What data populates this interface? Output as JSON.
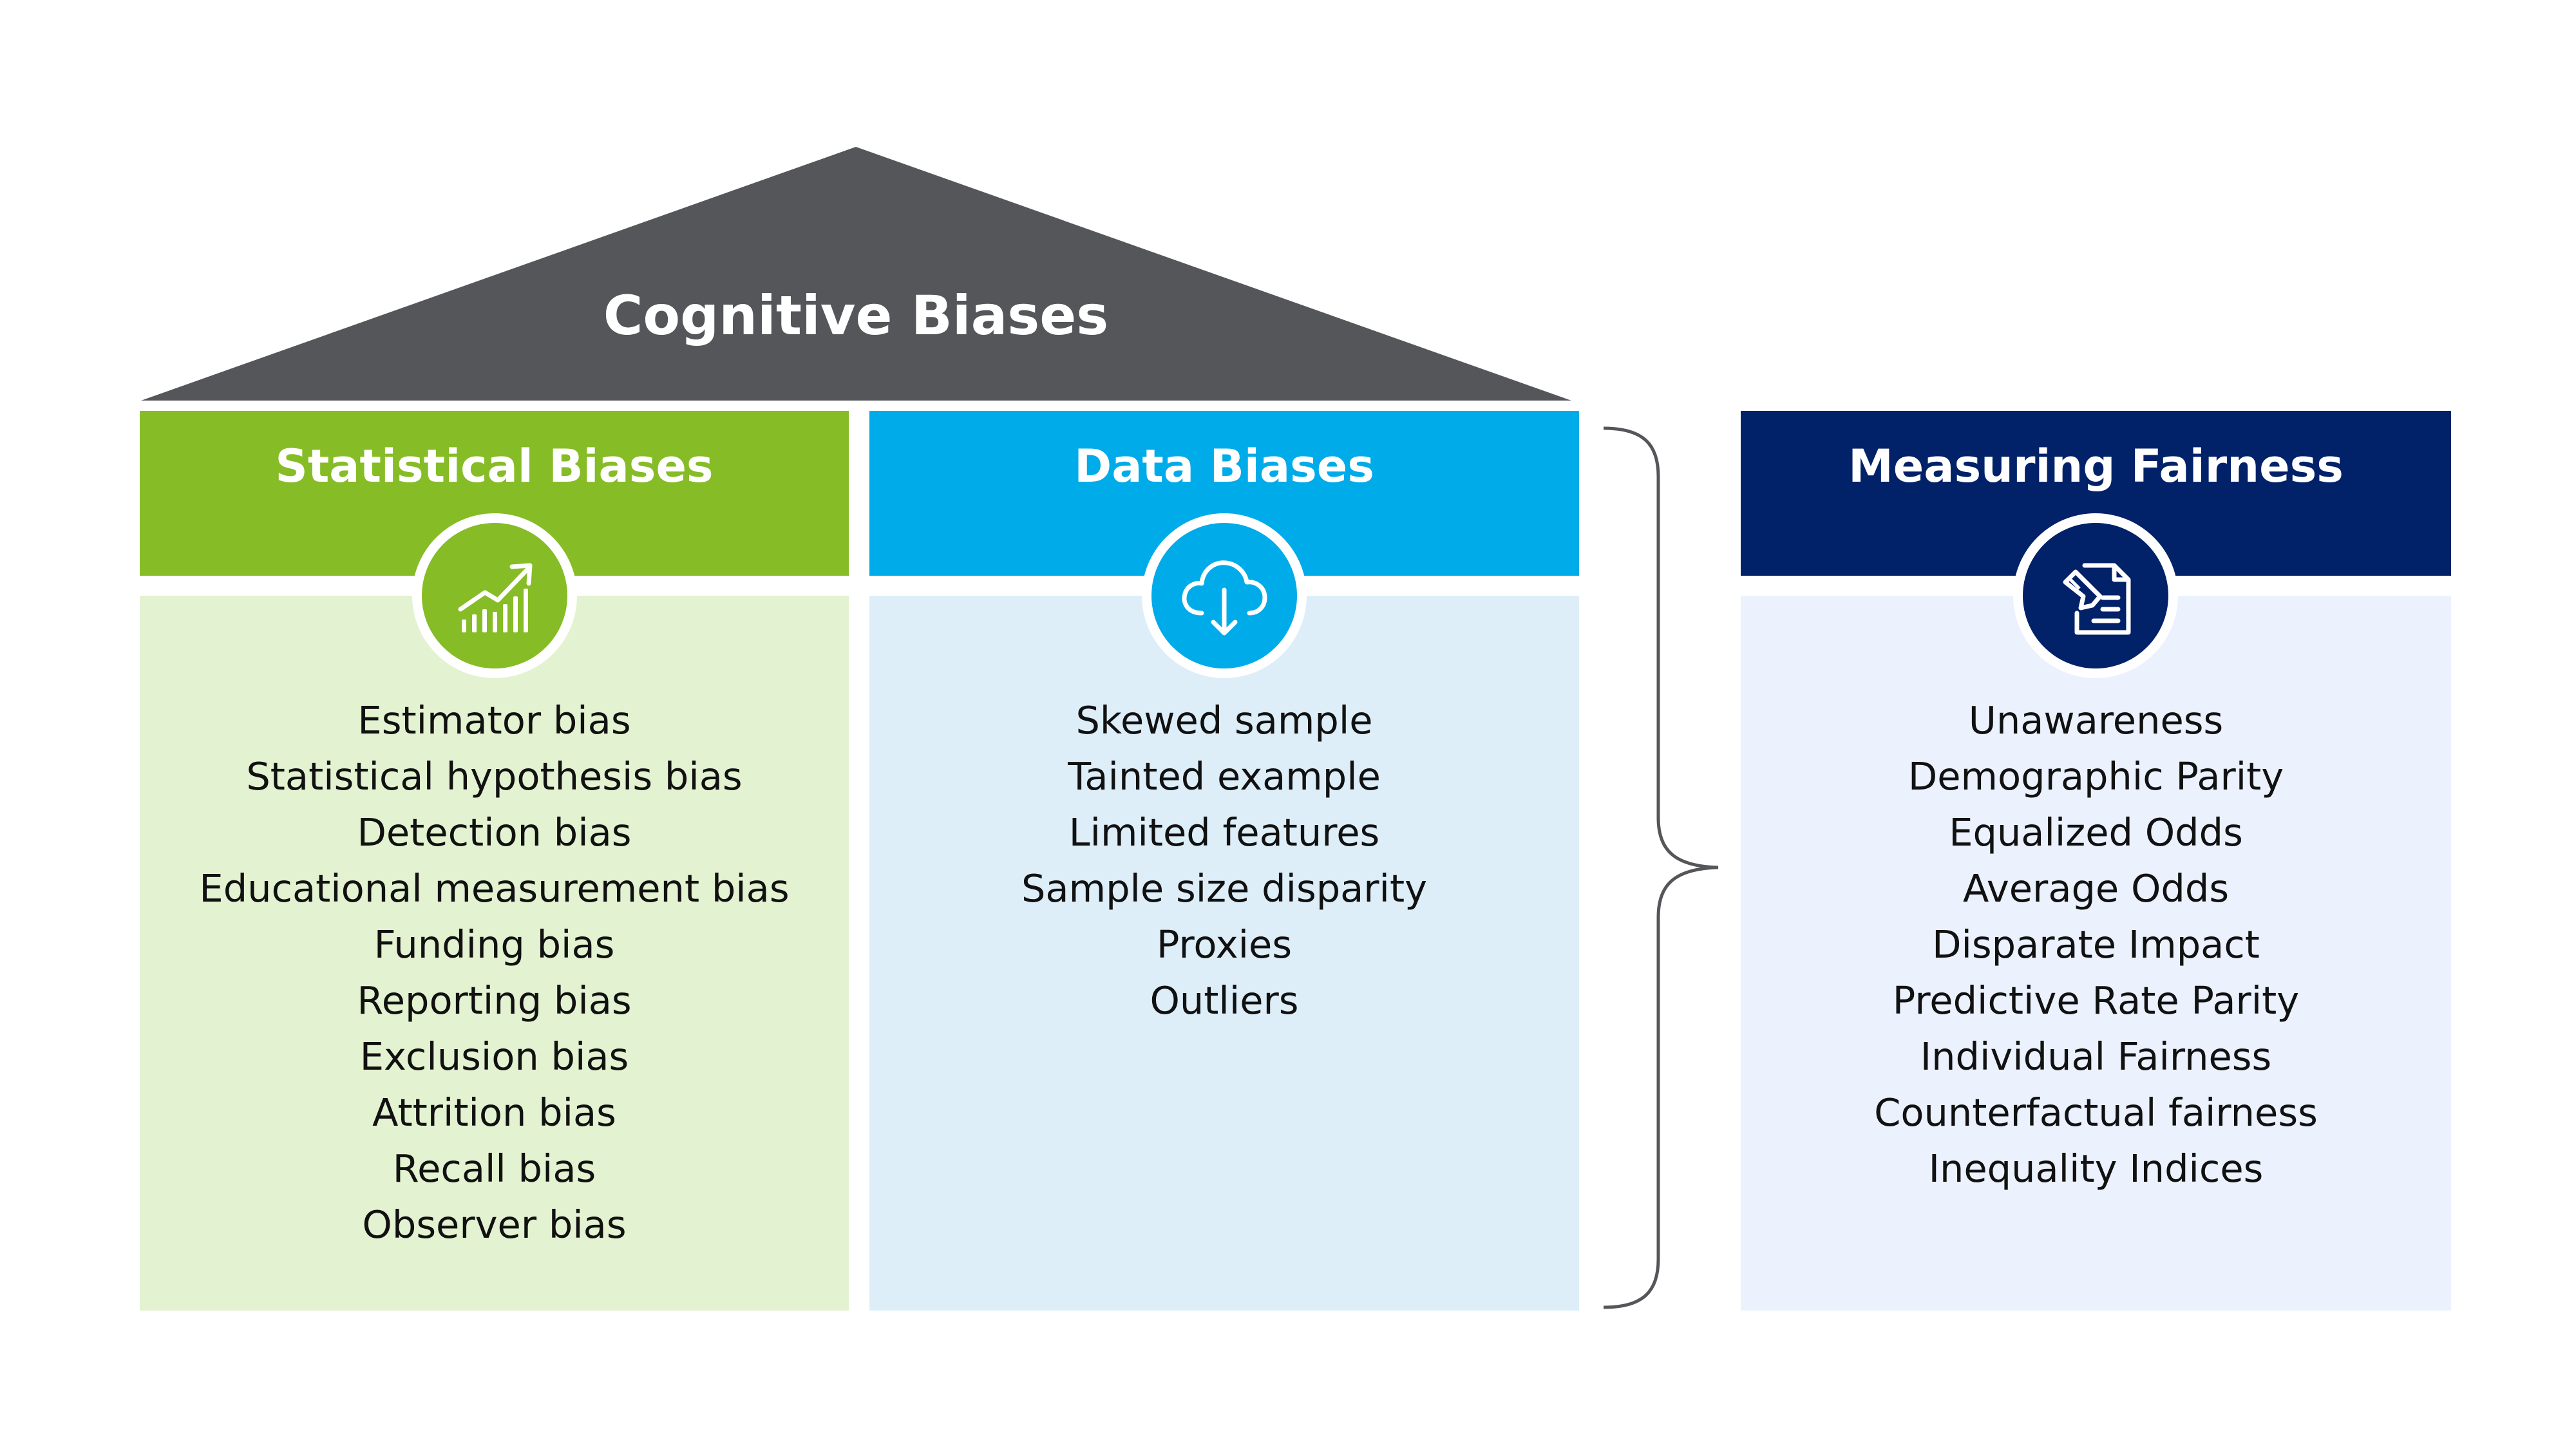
{
  "title": "Cognitive Biases",
  "colors": {
    "roof": "#54565a",
    "statistical_header": "#86bc25",
    "statistical_body": "#e3f2d0",
    "data_header": "#00abe9",
    "data_body": "#ddeef9",
    "fairness_header": "#012169",
    "fairness_body": "#ebf1fd",
    "brace": "#54565a"
  },
  "columns": [
    {
      "title": "Statistical Biases",
      "icon": "trending-up-chart-icon",
      "items": [
        "Estimator bias",
        "Statistical hypothesis bias",
        "Detection bias",
        "Educational measurement bias",
        "Funding bias",
        "Reporting bias",
        "Exclusion bias",
        "Attrition bias",
        "Recall bias",
        "Observer bias"
      ]
    },
    {
      "title": "Data Biases",
      "icon": "cloud-download-icon",
      "items": [
        "Skewed sample",
        "Tainted example",
        "Limited features",
        "Sample size disparity",
        "Proxies",
        "Outliers"
      ]
    },
    {
      "title": "Measuring Fairness",
      "icon": "document-edit-icon",
      "items": [
        "Unawareness",
        "Demographic Parity",
        "Equalized Odds",
        "Average Odds",
        "Disparate Impact",
        "Predictive Rate Parity",
        "Individual Fairness",
        "Counterfactual fairness",
        "Inequality Indices"
      ]
    }
  ]
}
